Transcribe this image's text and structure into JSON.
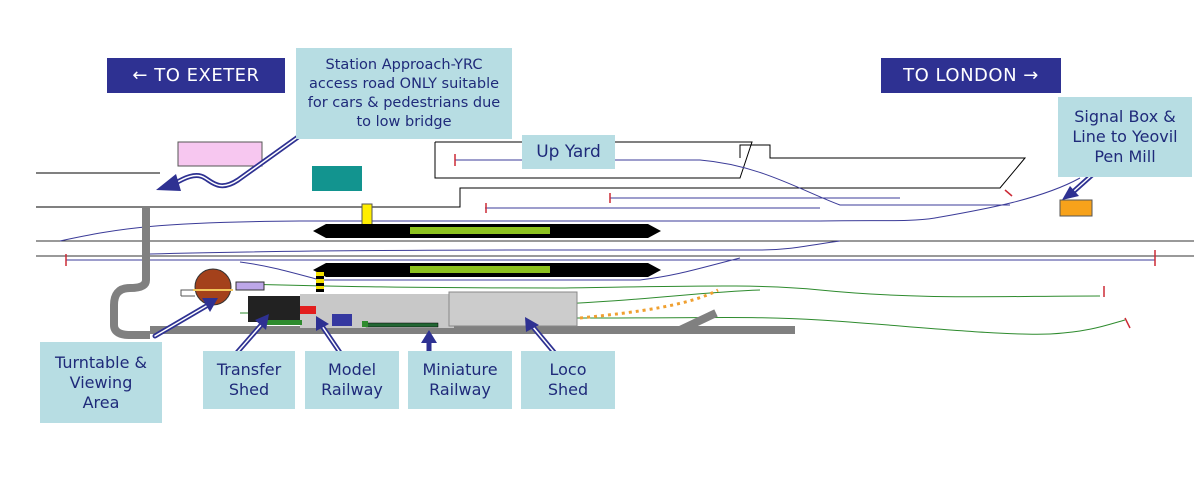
{
  "directions": {
    "exeter": "← TO EXETER",
    "london": "TO LONDON →"
  },
  "callouts": {
    "station_approach": "Station Approach-YRC access road ONLY suitable for cars & pedestrians due to low bridge",
    "up_yard": "Up Yard",
    "signal_box": "Signal Box & Line to Yeovil Pen Mill",
    "turntable": "Turntable & Viewing Area",
    "transfer_shed": "Transfer Shed",
    "model_railway": "Model Railway",
    "miniature_railway": "Miniature Railway",
    "loco_shed": "Loco Shed"
  },
  "colors": {
    "label_bg": "#b7dde3",
    "label_text": "#1f2a7a",
    "direction_bg": "#2e3192",
    "arrow": "#2e3192",
    "platform": "#000000",
    "platform_stripe": "#8dc21f",
    "main_track": "#3b3b98",
    "siding_track": "#2e8b2e",
    "buffer_stop": "#cc2a36",
    "access_road": "#808080"
  }
}
